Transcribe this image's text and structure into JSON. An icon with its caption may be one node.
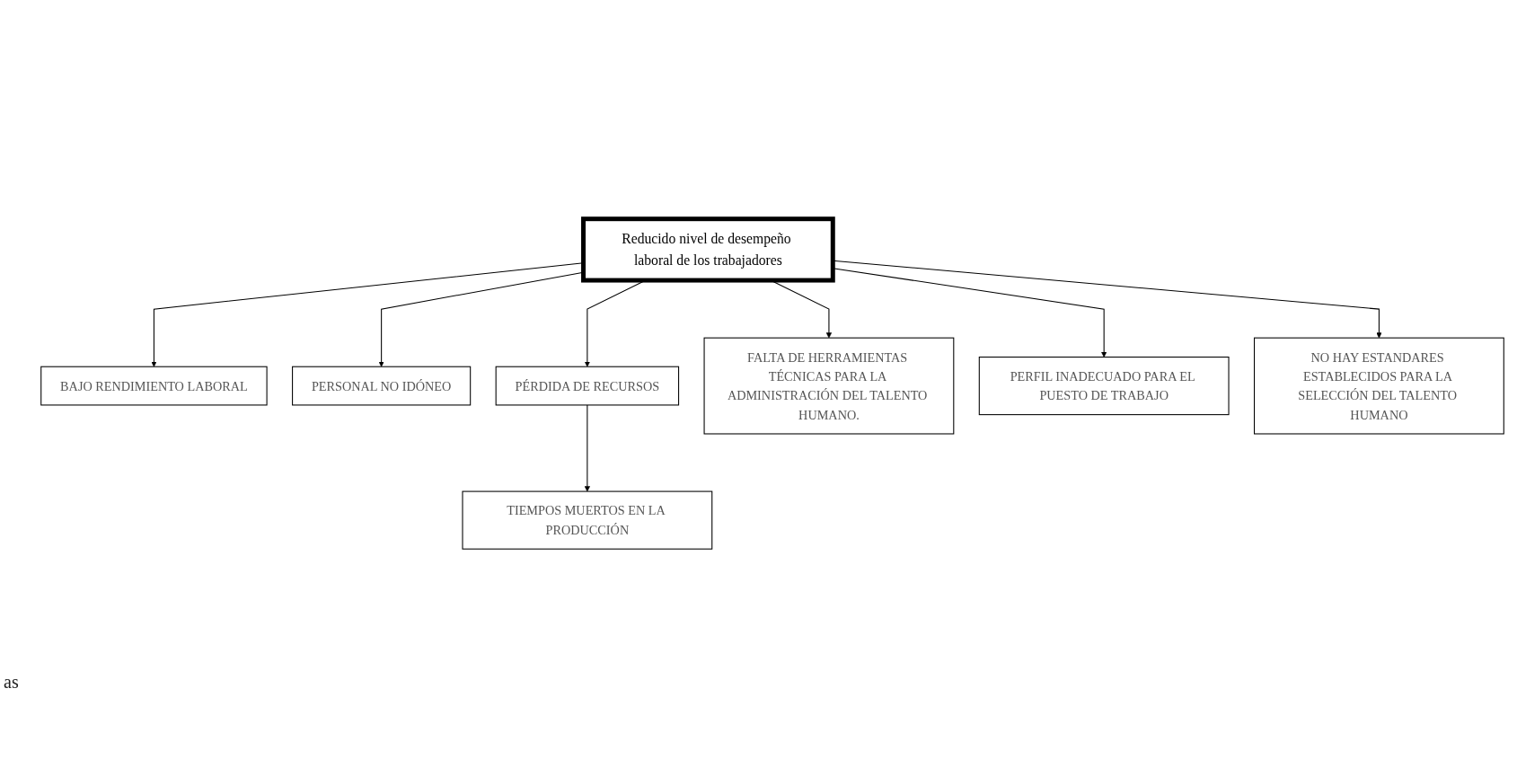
{
  "diagram": {
    "nodes": [
      {
        "text": [
          "TIEMPOS MUERTOS EN LA PRODUCCIÓN"
        ]
      },
      {
        "text": [
          "BAJO RENDIMIENTO LABORAL"
        ]
      },
      {
        "text": [
          "PERSONAL NO IDÓNEO"
        ]
      },
      {
        "text": [
          "PÉRDIDA DE RECURSOS"
        ]
      },
      {
        "text": [
          "Reducido nivel de desempeño laboral de los trabajadores"
        ]
      },
      {
        "text": [
          "FALTA DE HERRAMIENTAS TÉCNICAS PARA LA ADMINISTRACIÓN DEL TALENTO HUMANO."
        ]
      },
      {
        "text": [
          "PERFIL INADECUADO PARA EL PUESTO DE TRABAJO"
        ]
      },
      {
        "text": [
          "NO HAY ESTANDARES ESTABLECIDOS PARA LA SELECCIÓN DEL TALENTO HUMANO"
        ]
      }
    ],
    "edges": [
      {
        "from": 3,
        "to": 0,
        "arrow": "to"
      },
      {
        "from": 4,
        "to": 3,
        "arrow": "to"
      },
      {
        "from": 4,
        "to": 1,
        "arrow": "to"
      },
      {
        "from": 4,
        "to": 2,
        "arrow": "to"
      },
      {
        "from": 4,
        "to": 5,
        "arrow": "to"
      },
      {
        "from": 4,
        "to": 6,
        "arrow": "to"
      },
      {
        "from": 4,
        "to": 7,
        "arrow": "to"
      }
    ],
    "labels": [
      "as"
    ]
  }
}
